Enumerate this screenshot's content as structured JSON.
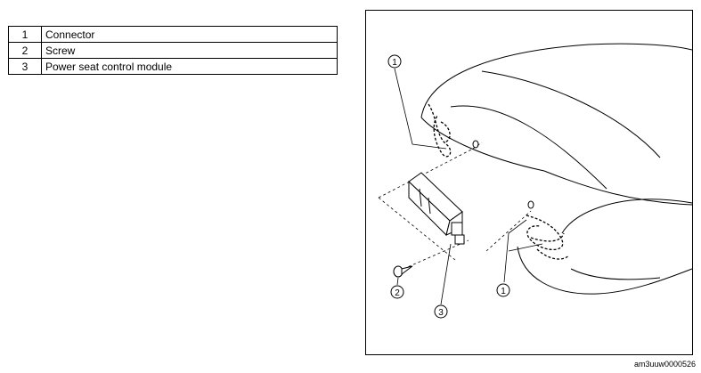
{
  "parts_table": {
    "rows": [
      {
        "number": "1",
        "name": "Connector"
      },
      {
        "number": "2",
        "name": "Screw"
      },
      {
        "number": "3",
        "name": "Power seat control module"
      }
    ]
  },
  "illustration": {
    "callouts": [
      "1",
      "1",
      "2",
      "3"
    ],
    "figure_code": "am3uuw0000526"
  }
}
